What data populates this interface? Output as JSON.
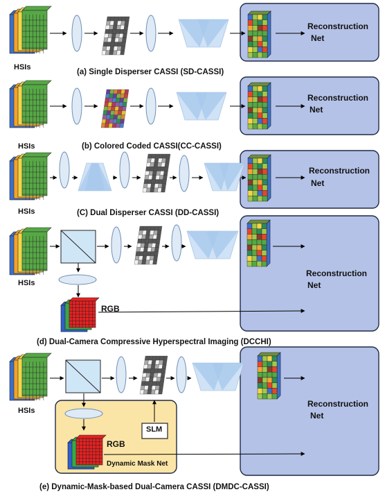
{
  "labels": {
    "hsi": "HSIs",
    "reconstruction": "Reconstruction",
    "net": "Net",
    "rgb": "RGB",
    "slm": "SLM",
    "dynamic_mask_net": "Dynamic Mask Net"
  },
  "captions": {
    "a": "(a) Single Disperser CASSI (SD-CASSI)",
    "b": "(b) Colored Coded CASSI(CC-CASSI)",
    "c": "(C) Dual Disperser CASSI (DD-CASSI)",
    "d": "(d) Dual-Camera Compressive Hyperspectral Imaging (DCCHI)",
    "e": "(e) Dynamic-Mask-based Dual-Camera CASSI (DMDC-CASSI)"
  },
  "colors": {
    "net_box_fill": "#b4c2e8",
    "net_box_stroke": "#1f2a44",
    "lens_fill": "#dfeaf7",
    "lens_stroke": "#6f8fb4",
    "prism_fill": "#a8c9ec",
    "dmn_box_fill": "#fbe5a6",
    "dmn_box_stroke": "#1f2a44",
    "cube_blue": "#3c6fc9",
    "cube_orange": "#f2a22c",
    "cube_yellow": "#f2d64a",
    "cube_green": "#56a845",
    "rgb_red": "#e52121",
    "rgb_green": "#3aa845",
    "rgb_blue": "#2f5fcb"
  }
}
